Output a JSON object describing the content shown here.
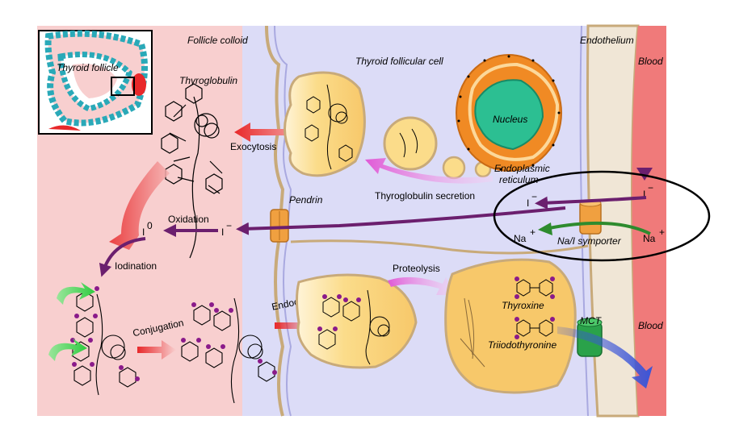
{
  "labels": {
    "follicle_colloid": "Follicle colloid",
    "thyroid_follicular_cell": "Thyroid follicular cell",
    "endothelium": "Endothelium",
    "blood_top": "Blood",
    "blood_bottom": "Blood",
    "thyroid_follicle": "Thyroid follicle",
    "thyroglobulin": "Thyroglobulin",
    "exocytosis": "Exocytosis",
    "nucleus": "Nucleus",
    "endoplasmic_reticulum_1": "Endoplasmic",
    "endoplasmic_reticulum_2": "reticulum",
    "thyroglobulin_secretion": "Thyroglobulin secretion",
    "pendrin": "Pendrin",
    "oxidation": "Oxidation",
    "iodine_i0": "I",
    "iodine_i0_sup": "0",
    "iodide_left": "I",
    "iodide_left_sup": "−",
    "iodide_mid": "I",
    "iodide_mid_sup": "−",
    "iodide_right": "I",
    "iodide_right_sup": "−",
    "na_left": "Na",
    "na_left_sup": "+",
    "na_right": "Na",
    "na_right_sup": "+",
    "nai_symporter": "Na/I symporter",
    "iodination": "Iodination",
    "conjugation": "Conjugation",
    "endocytosis": "Endocytosis",
    "proteolysis": "Proteolysis",
    "thyroxine": "Thyroxine",
    "triiodothyronine": "Triiodothyronine",
    "mct": "MCT"
  },
  "colors": {
    "colloid": "#f8cfcf",
    "cell": "#dcdcf7",
    "cell_membrane": "#c8aa7a",
    "vesicle": "#fbdc8a",
    "blood": "#f07a7a",
    "nucleus": "#2cbf92",
    "er": "#f08a24",
    "arrow_red": "#e8282a",
    "arrow_purple": "#6b1f6e",
    "arrow_magenta": "#e05ad6",
    "arrow_green": "#2e8b2e",
    "arrow_blue": "#3a55d8",
    "transporter": "#f0a040",
    "mct": "#2aa24a"
  }
}
